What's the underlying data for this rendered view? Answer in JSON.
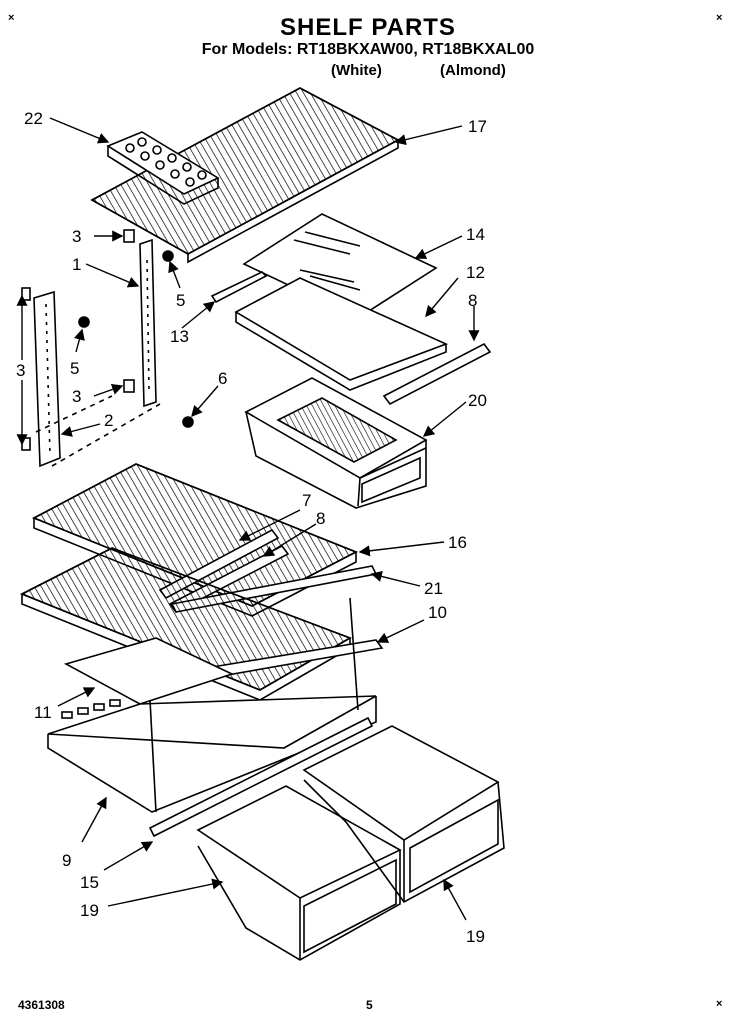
{
  "header": {
    "title": "SHELF PARTS",
    "subtitle": "For Models: RT18BKXAW00, RT18BKXAL00",
    "color_white": "(White)",
    "color_almond": "(Almond)"
  },
  "callouts": {
    "c22": "22",
    "c17": "17",
    "c3a": "3",
    "c1": "1",
    "c5a": "5",
    "c14": "14",
    "c12": "12",
    "c13": "13",
    "c8a": "8",
    "c3b": "3",
    "c5b": "5",
    "c3c": "3",
    "c6": "6",
    "c2": "2",
    "c20": "20",
    "c7": "7",
    "c8b": "8",
    "c16": "16",
    "c21": "21",
    "c10": "10",
    "c11": "11",
    "c9": "9",
    "c15": "15",
    "c19a": "19",
    "c19b": "19"
  },
  "footer": {
    "doc_number": "4361308",
    "page": "5"
  }
}
